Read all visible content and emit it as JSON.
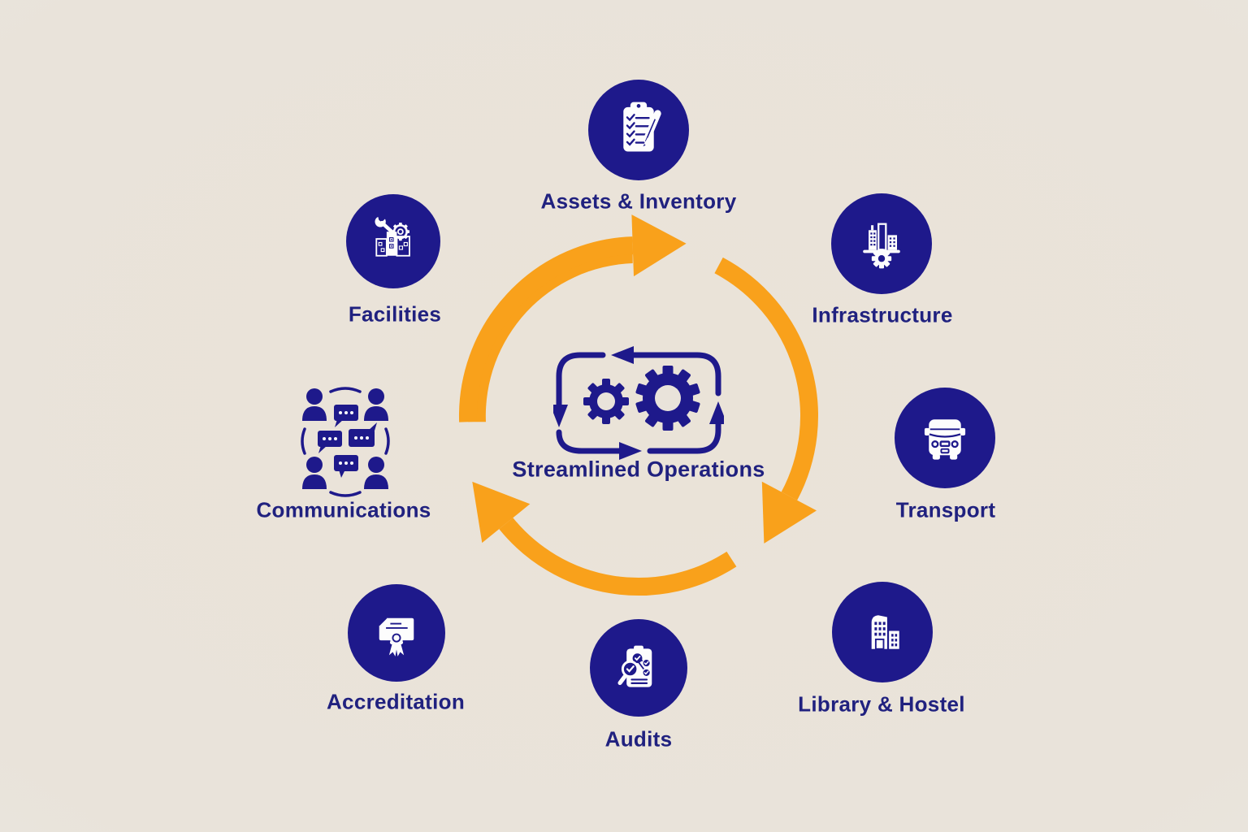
{
  "title": "Streamlined Operations cycle diagram",
  "colors": {
    "navy": "#1e198b",
    "label": "#20217f",
    "orange": "#f9a11b",
    "bg": "#e9e3da",
    "white": "#fdfdfd"
  },
  "center": {
    "label": "Streamlined Operations",
    "icon": "process-gears-cycle-icon"
  },
  "ring": {
    "icon": "clockwise-cycle-arrows",
    "segments": 3,
    "color": "#f9a11b"
  },
  "nodes": [
    {
      "id": "assets-inventory",
      "label": "Assets & Inventory",
      "icon": "clipboard-checklist-pencil-icon",
      "position": "top"
    },
    {
      "id": "infrastructure",
      "label": "Infrastructure",
      "icon": "city-buildings-gear-icon",
      "position": "top-right"
    },
    {
      "id": "transport",
      "label": "Transport",
      "icon": "bus-icon",
      "position": "right"
    },
    {
      "id": "library-hostel",
      "label": "Library & Hostel",
      "icon": "buildings-icon",
      "position": "bottom-right"
    },
    {
      "id": "audits",
      "label": "Audits",
      "icon": "clipboard-magnifier-checks-icon",
      "position": "bottom"
    },
    {
      "id": "accreditation",
      "label": "Accreditation",
      "icon": "certificate-ribbon-icon",
      "position": "bottom-left"
    },
    {
      "id": "communications",
      "label": "Communications",
      "icon": "people-chat-bubbles-icon",
      "position": "left"
    },
    {
      "id": "facilities",
      "label": "Facilities",
      "icon": "building-wrench-gear-icon",
      "position": "top-left"
    }
  ]
}
